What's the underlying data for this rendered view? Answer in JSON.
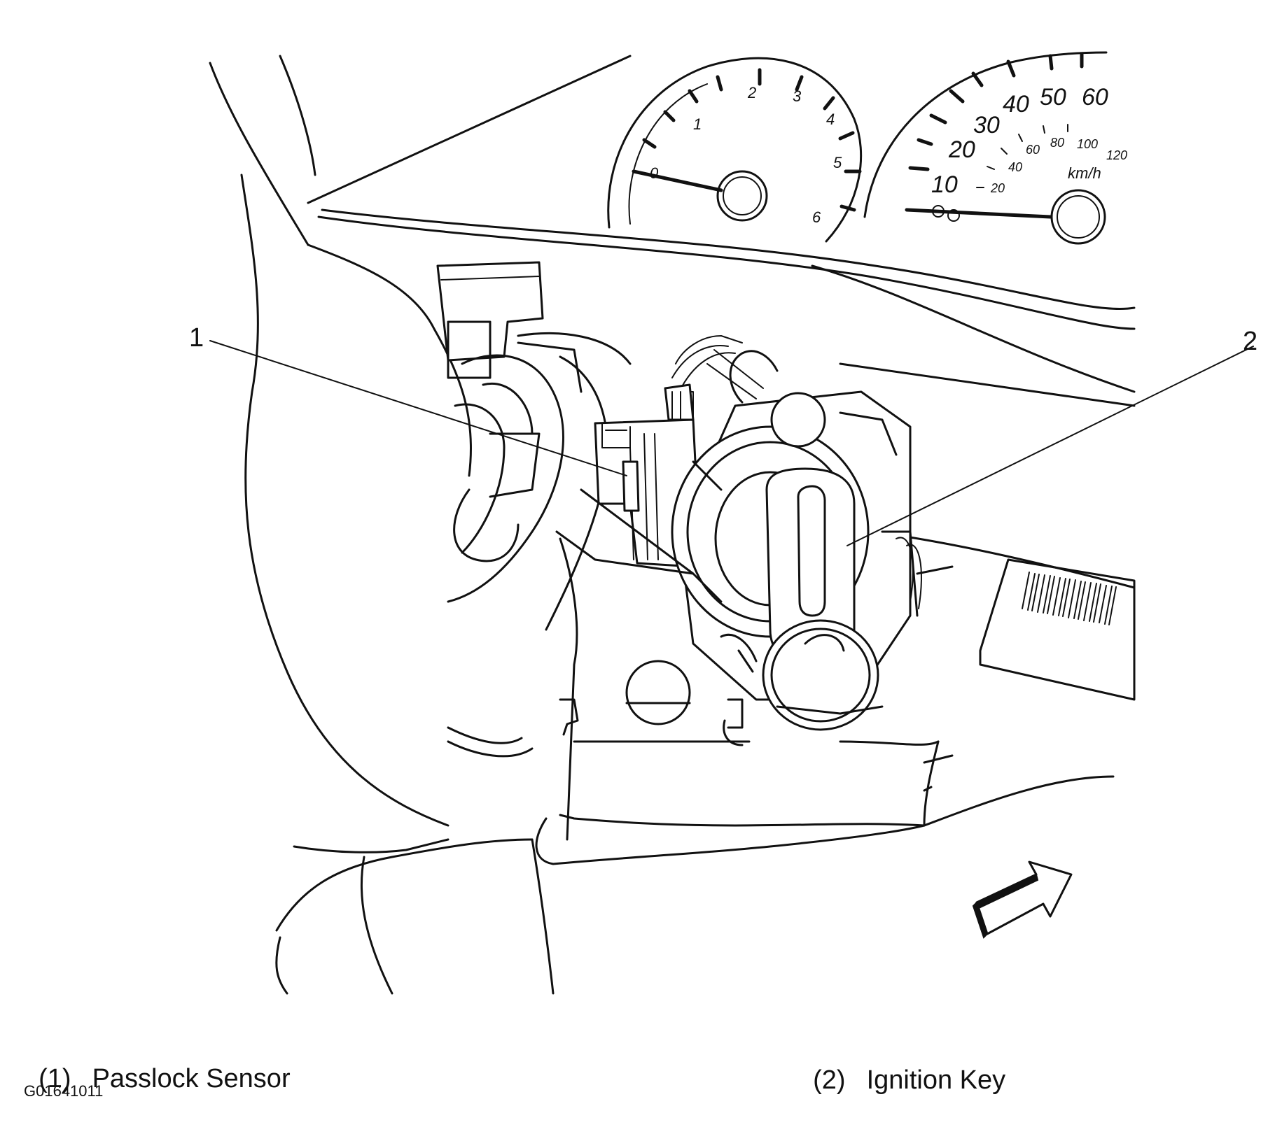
{
  "callouts": [
    {
      "num": "1"
    },
    {
      "num": "2"
    }
  ],
  "legend": [
    {
      "num": "(1)",
      "label": "Passlock Sensor"
    },
    {
      "num": "(2)",
      "label": "Ignition Key"
    }
  ],
  "figure_id": "G01641011",
  "tachometer": {
    "ticks": [
      "0",
      "1",
      "2",
      "3",
      "4",
      "5",
      "6"
    ]
  },
  "speedometer": {
    "mph_ticks": [
      "10",
      "20",
      "30",
      "40",
      "50",
      "60"
    ],
    "kmh_ticks": [
      "20",
      "40",
      "60",
      "80",
      "100",
      "120"
    ],
    "unit": "km/h"
  },
  "colors": {
    "ink": "#111111",
    "paper": "#ffffff"
  }
}
